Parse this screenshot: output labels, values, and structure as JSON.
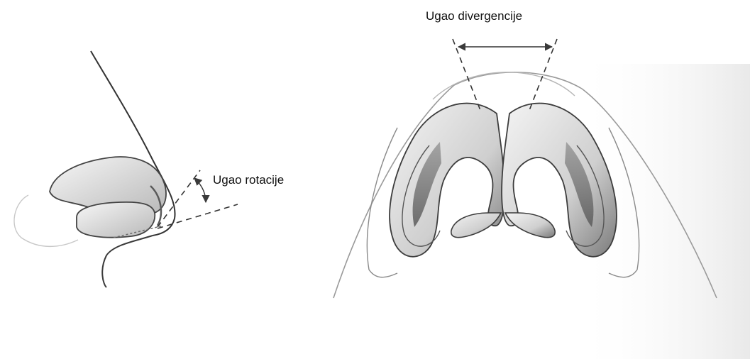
{
  "labels": {
    "rotation_angle": "Ugao rotacije",
    "divergence_angle": "Ugao divergencije"
  },
  "colors": {
    "outline": "#3a3a3a",
    "shade_dark": "#6f6f6f",
    "shade_light": "#d6d6d6",
    "paper": "#ffffff",
    "text_bleed": "#c9c9c9"
  },
  "figures": {
    "left": "nose-lateral-view",
    "right": "nose-basal-view"
  }
}
